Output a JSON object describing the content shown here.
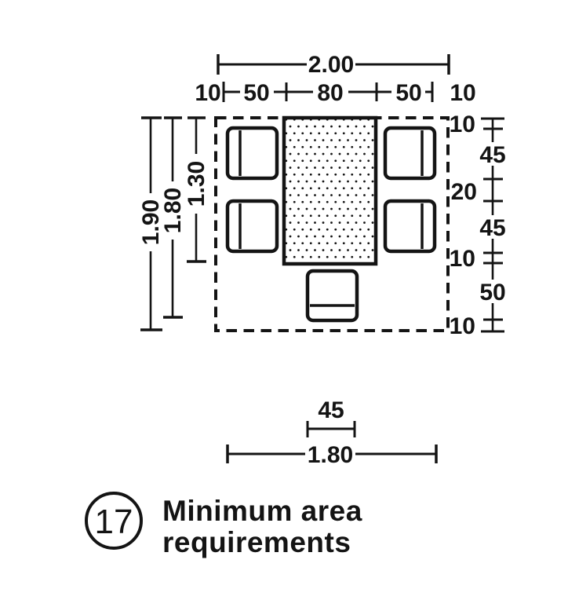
{
  "colors": {
    "ink": "#141414",
    "paper": "#ffffff"
  },
  "dimensions": {
    "top_total": "2.00",
    "top_segments": [
      "10",
      "50",
      "80",
      "50",
      "10"
    ],
    "left_verticals": [
      "1.90",
      "1.80",
      "1.30"
    ],
    "right_segments": [
      "10",
      "45",
      "20",
      "45",
      "10",
      "50",
      "10"
    ],
    "seat_width": "45",
    "bottom_total": "1.80"
  },
  "caption": {
    "figure_number": "17",
    "title_line1": "Minimum area",
    "title_line2": "requirements"
  }
}
